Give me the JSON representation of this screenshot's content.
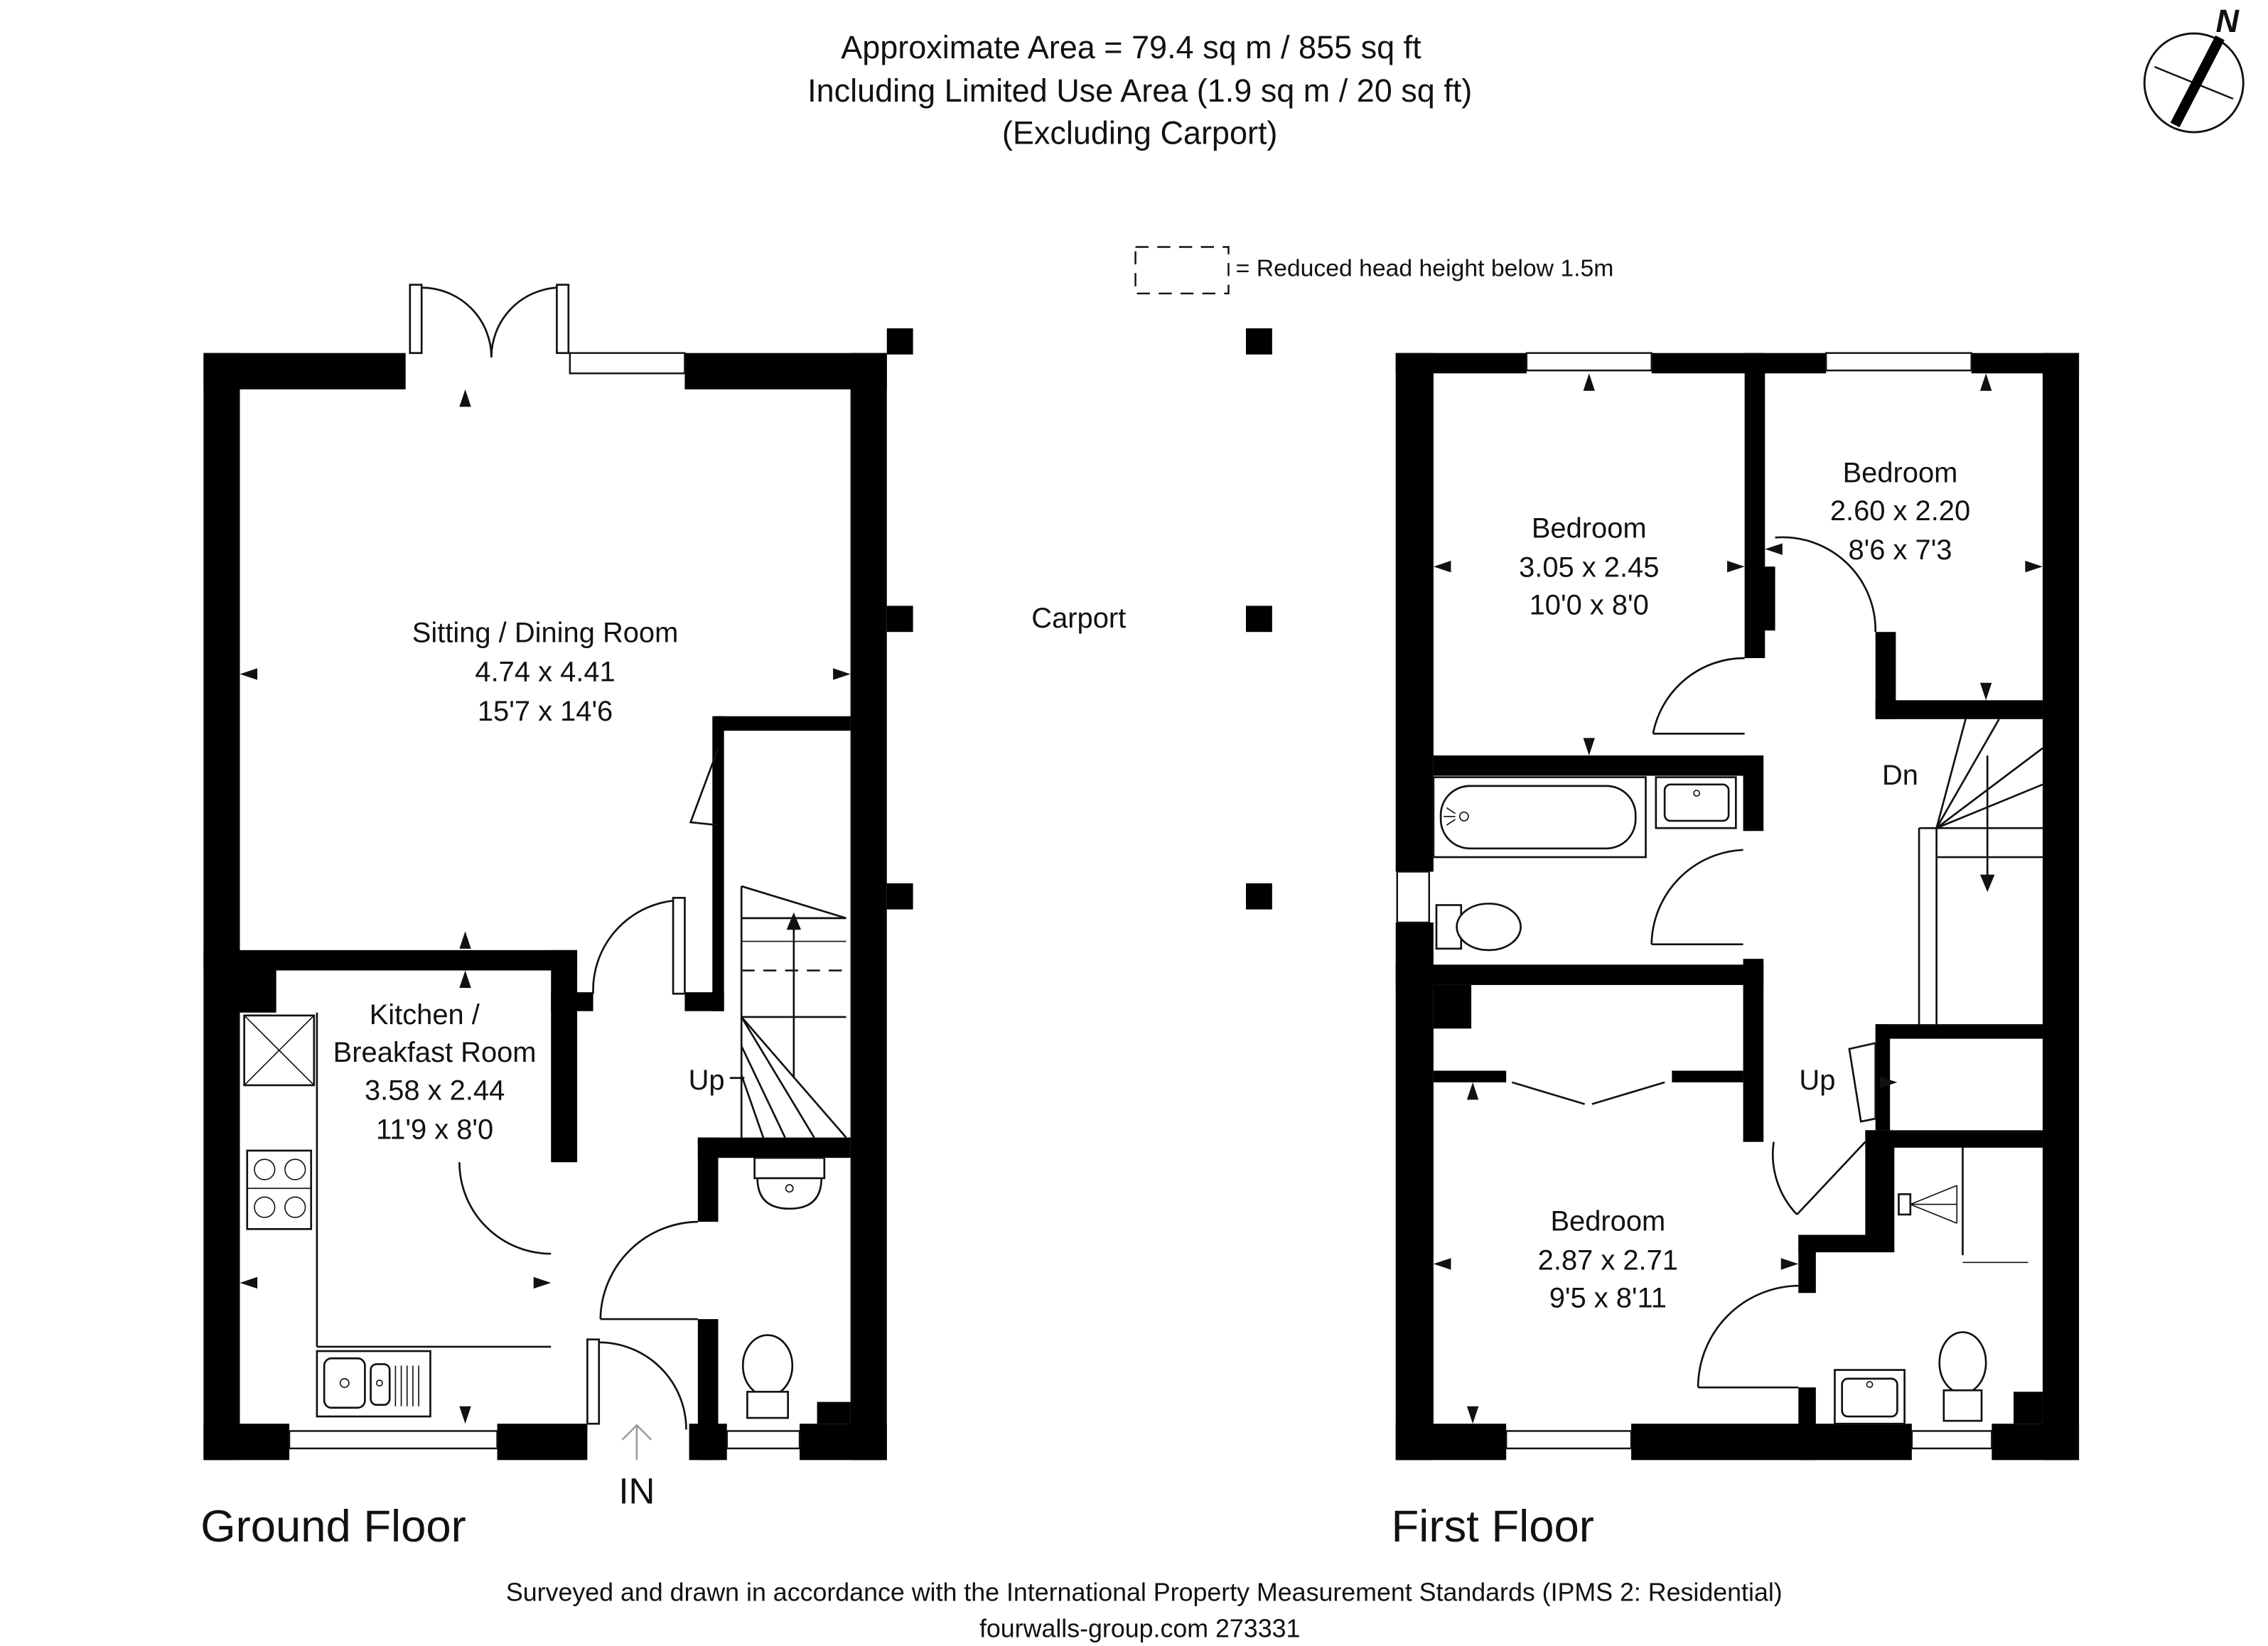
{
  "header": {
    "area_line": "Approximate  Area = 79.4 sq m / 855 sq ft",
    "limited_use_line": "Including Limited Use Area (1.9 sq m / 20 sq ft)",
    "excluding_line": "(Excluding Carport)"
  },
  "legend": {
    "reduced_head_height": "= Reduced head height below 1.5m"
  },
  "compass": {
    "north_label": "N",
    "north_icon": "compass-north-arrow-icon"
  },
  "ground_floor": {
    "title": "Ground Floor",
    "entrance_label": "IN",
    "stairs_label": "Up",
    "rooms": {
      "sitting_dining": {
        "name": "Sitting / Dining Room",
        "metric": "4.74 x 4.41",
        "imperial": "15'7 x 14'6"
      },
      "kitchen": {
        "name_line1": "Kitchen /",
        "name_line2": "Breakfast Room",
        "metric": "3.58 x 2.44",
        "imperial": "11'9 x 8'0"
      }
    }
  },
  "carport": {
    "label": "Carport"
  },
  "first_floor": {
    "title": "First Floor",
    "stairs_down_label": "Dn",
    "stairs_up_label": "Up",
    "rooms": {
      "bedroom_1": {
        "name": "Bedroom",
        "metric": "3.05 x 2.45",
        "imperial": "10'0 x 8'0"
      },
      "bedroom_2": {
        "name": "Bedroom",
        "metric": "2.60 x 2.20",
        "imperial": "8'6 x 7'3"
      },
      "bedroom_3": {
        "name": "Bedroom",
        "metric": "2.87 x 2.71",
        "imperial": "9'5 x 8'11"
      }
    }
  },
  "footer": {
    "standards_line": "Surveyed and drawn in accordance with the International Property Measurement Standards (IPMS 2: Residential)",
    "reference_line": "fourwalls-group.com 273331"
  }
}
